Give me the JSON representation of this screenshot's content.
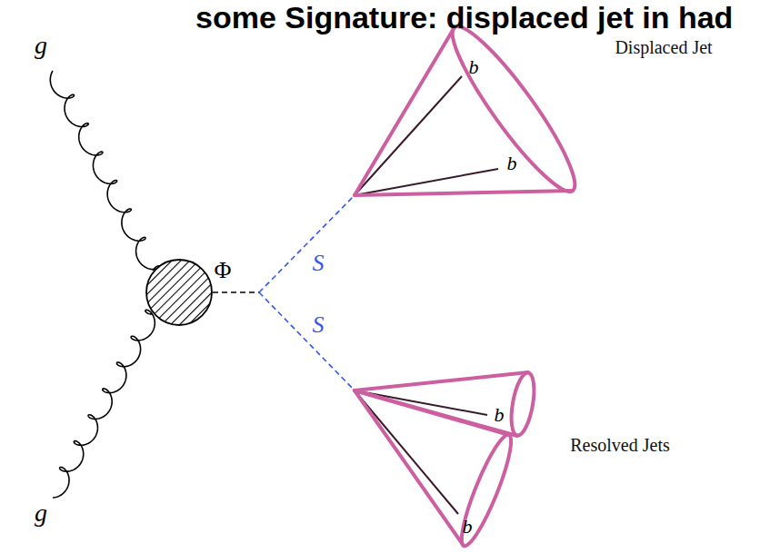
{
  "diagram": {
    "title": "some Signature: displaced jet in had",
    "labels": [
      "g",
      "Φ",
      "S",
      "b",
      "Displaced Jet",
      "b",
      "S",
      "g",
      "b",
      "Resolved Jets",
      "b"
    ]
  }
}
